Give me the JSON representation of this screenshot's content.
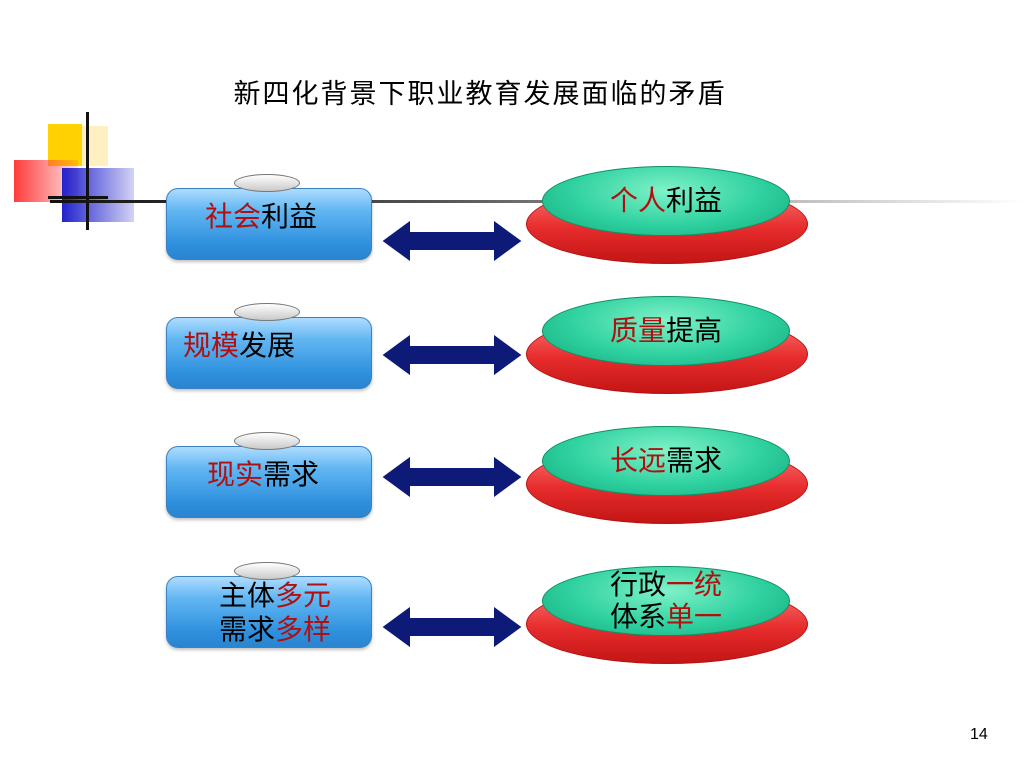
{
  "slide": {
    "title": "新四化背景下职业教育发展面临的矛盾",
    "page_number": "14"
  },
  "rows": [
    {
      "left": [
        [
          {
            "text": "社会",
            "color": "red"
          },
          {
            "text": "利益",
            "color": "black"
          }
        ]
      ],
      "right": [
        [
          {
            "text": "个人",
            "color": "red"
          },
          {
            "text": "利益",
            "color": "black"
          }
        ]
      ]
    },
    {
      "left": [
        [
          {
            "text": "规模",
            "color": "red"
          },
          {
            "text": "发展",
            "color": "black"
          }
        ]
      ],
      "right": [
        [
          {
            "text": "质量",
            "color": "red"
          },
          {
            "text": "提高",
            "color": "black"
          }
        ]
      ]
    },
    {
      "left": [
        [
          {
            "text": "现实",
            "color": "red"
          },
          {
            "text": "需求",
            "color": "black"
          }
        ]
      ],
      "right": [
        [
          {
            "text": "长远",
            "color": "red"
          },
          {
            "text": "需求",
            "color": "black"
          }
        ]
      ]
    },
    {
      "left": [
        [
          {
            "text": "主体",
            "color": "black"
          },
          {
            "text": "多元",
            "color": "red"
          }
        ],
        [
          {
            "text": "需求",
            "color": "black"
          },
          {
            "text": "多样",
            "color": "red"
          }
        ]
      ],
      "right": [
        [
          {
            "text": "行政",
            "color": "black"
          },
          {
            "text": "一统",
            "color": "red"
          }
        ],
        [
          {
            "text": "体系",
            "color": "black"
          },
          {
            "text": "单一",
            "color": "red"
          }
        ]
      ]
    }
  ],
  "colors": {
    "accent_red": "#b01010",
    "box_blue": "#2d8fdd",
    "pill_green": "#2fd1a0",
    "pill_red": "#e72c2c",
    "arrow_navy": "#0d1a78"
  }
}
